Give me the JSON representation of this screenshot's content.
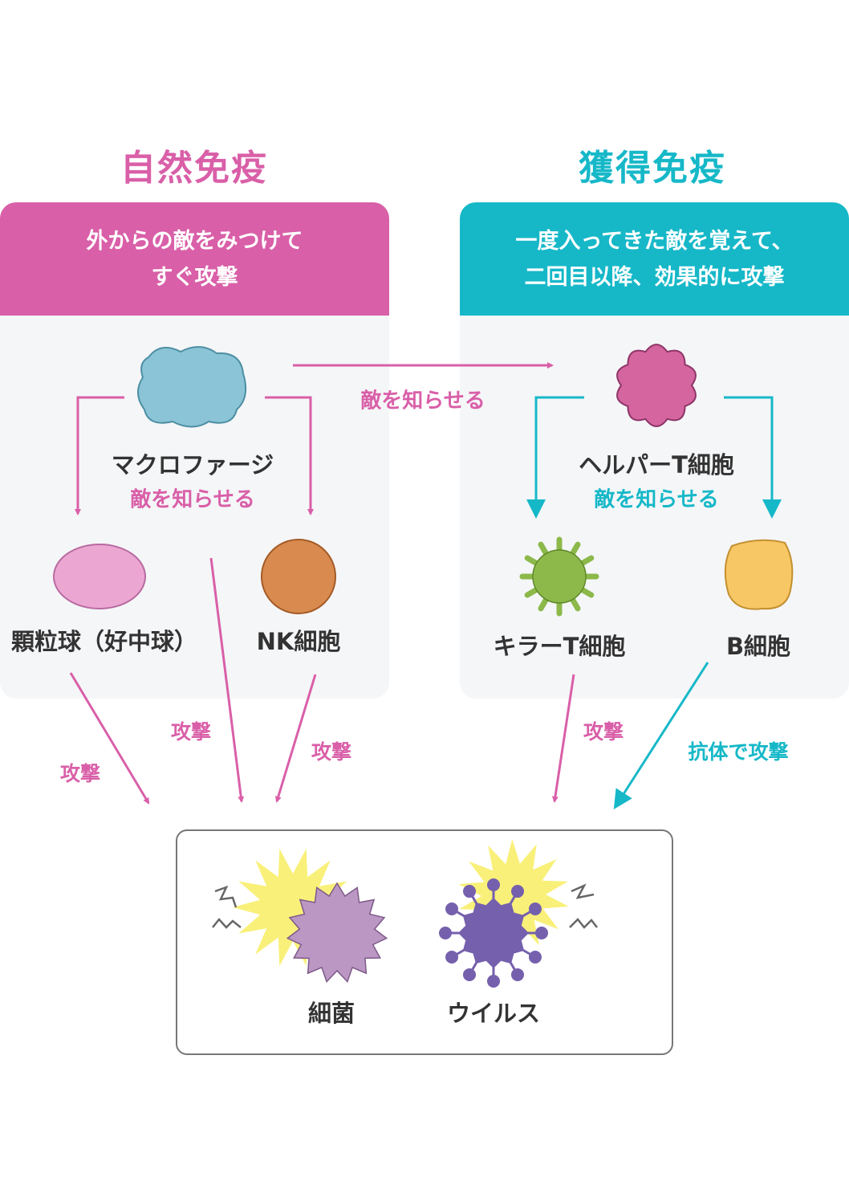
{
  "colors": {
    "innate": "#d95fa8",
    "adaptive": "#16b8c8",
    "panel": "#f5f6f8",
    "text": "#333333"
  },
  "innate": {
    "title": "自然免疫",
    "description": [
      "外からの敵をみつけて",
      "すぐ攻撃"
    ],
    "macrophage": {
      "label": "マクロファージ",
      "note": "敵を知らせる"
    },
    "granulocyte": {
      "label": "顆粒球（好中球）"
    },
    "nk": {
      "label": "NK細胞"
    }
  },
  "adaptive": {
    "title": "獲得免疫",
    "description": [
      "一度入ってきた敵を覚えて、",
      "二回目以降、効果的に攻撃"
    ],
    "helper": {
      "label": "ヘルパーT細胞",
      "note": "敵を知らせる"
    },
    "killer": {
      "label": "キラーT細胞"
    },
    "bcell": {
      "label": "B細胞"
    }
  },
  "bridge_label": "敵を知らせる",
  "attacks": {
    "granulocyte": "攻撃",
    "macrophage": "攻撃",
    "nk": "攻撃",
    "killer": "攻撃",
    "bcell": "抗体で攻撃"
  },
  "enemies": {
    "bacteria": "細菌",
    "virus": "ウイルス"
  }
}
